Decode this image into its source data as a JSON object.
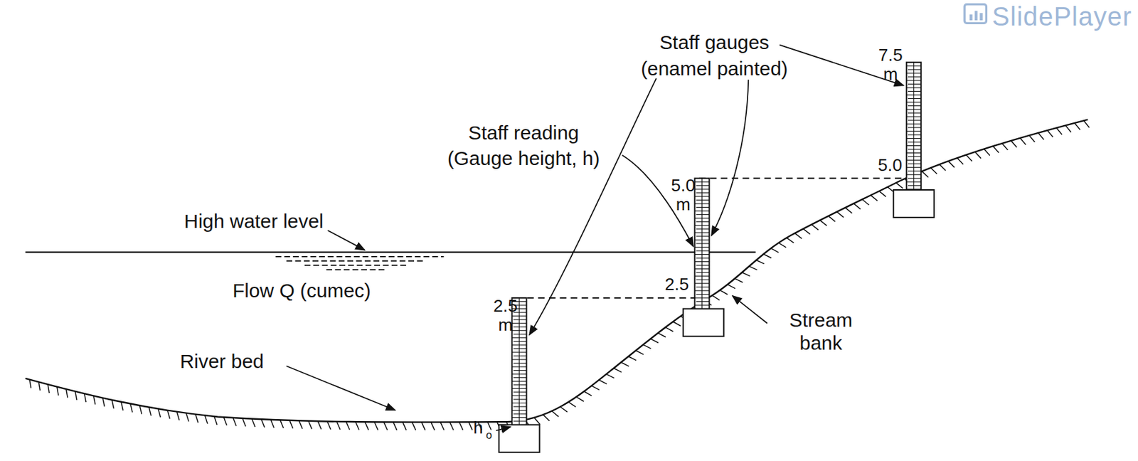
{
  "diagram": {
    "labels": [
      "SlidePlayer",
      "Staff gauges",
      "(enamel painted)",
      "7.5",
      "m",
      "5.0",
      "5.0",
      "m",
      "Staff reading",
      "(Gauge height, h)",
      "High water level",
      "2.5",
      "Flow Q (cumec)",
      "2.5",
      "m",
      "Stream bank",
      "River bed",
      "h",
      "o"
    ]
  }
}
